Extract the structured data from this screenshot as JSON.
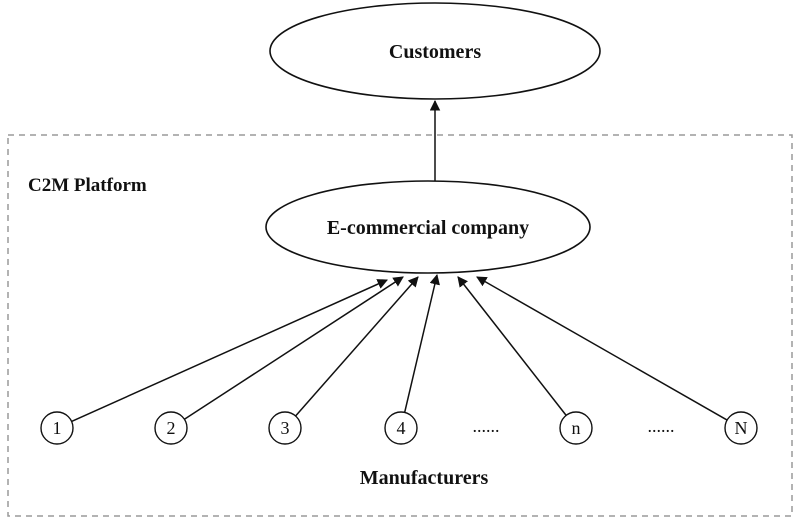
{
  "diagram": {
    "top_node": {
      "label": "Customers"
    },
    "platform": {
      "label": "C2M Platform"
    },
    "center_node": {
      "label": "E-commercial company"
    },
    "manufacturers": {
      "label": "Manufacturers",
      "nodes": [
        {
          "label": "1",
          "kind": "node"
        },
        {
          "label": "2",
          "kind": "node"
        },
        {
          "label": "3",
          "kind": "node"
        },
        {
          "label": "4",
          "kind": "node"
        },
        {
          "label": "......",
          "kind": "ellipsis"
        },
        {
          "label": "n",
          "kind": "node"
        },
        {
          "label": "......",
          "kind": "ellipsis"
        },
        {
          "label": "N",
          "kind": "node"
        }
      ]
    },
    "colors": {
      "stroke": "#111111",
      "dashed_border": "#9a9a9a",
      "background": "#ffffff"
    }
  }
}
